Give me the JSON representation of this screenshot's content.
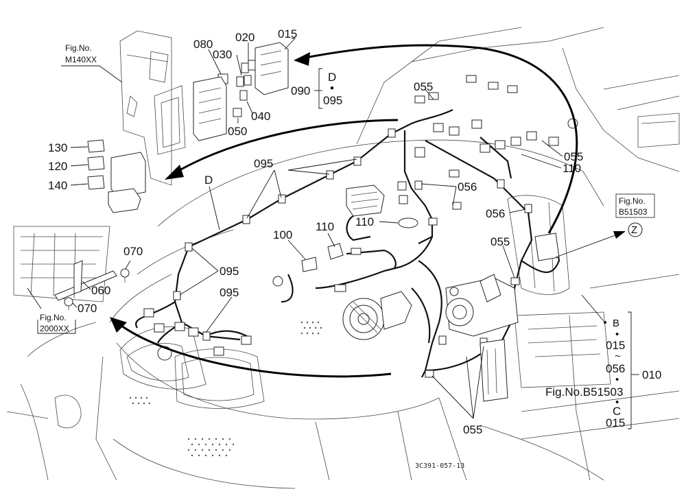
{
  "ref_boxes": [
    {
      "id": "m140xx",
      "line1": "Fig.No.",
      "line2": "M140XX"
    },
    {
      "id": "b51503",
      "line1": "Fig.No.",
      "line2": "B51503"
    },
    {
      "id": "2000xx",
      "line1": "Fig.No.",
      "line2": "2000XX"
    }
  ],
  "parts": {
    "p015": "015",
    "p020": "020",
    "p030": "030",
    "p040": "040",
    "p050": "050",
    "p080": "080",
    "p090": "090",
    "p095": "095",
    "p100": "100",
    "p110": "110",
    "p120": "120",
    "p130": "130",
    "p140": "140",
    "p056": "056",
    "p055": "055",
    "p060": "060",
    "p070": "070",
    "p010": "010"
  },
  "view_markers": {
    "d": "D",
    "z": "Z",
    "b": "B",
    "c": "C"
  },
  "bracket_d": {
    "letter": "D",
    "dot": "•",
    "num": "095"
  },
  "bracket_right": {
    "b": "B",
    "dot1": "•",
    "n1": "015",
    "tilde": "~",
    "n2": "056",
    "dot2": "•",
    "fig": "Fig.No.B51503",
    "dot3": "•",
    "c": "C",
    "n3": "015"
  },
  "drawing_number": "3C391-057-13"
}
